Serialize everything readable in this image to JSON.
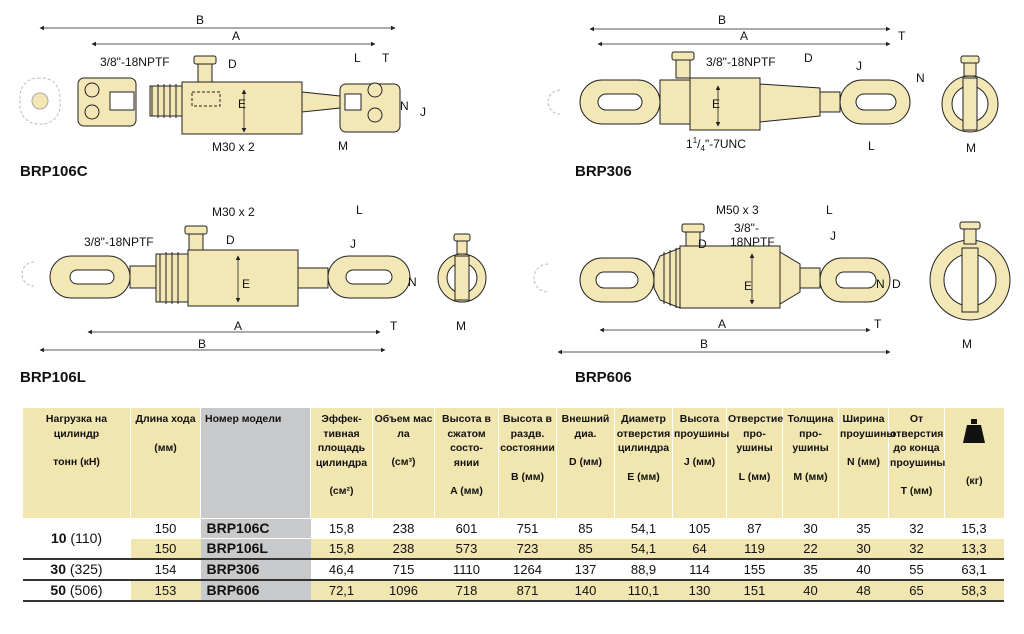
{
  "models": {
    "m1": "BRP106C",
    "m2": "BRP306",
    "m3": "BRP106L",
    "m4": "BRP606"
  },
  "dims": {
    "A": "A",
    "B": "B",
    "D": "D",
    "E": "E",
    "J": "J",
    "L": "L",
    "M": "M",
    "N": "N",
    "T": "T"
  },
  "callouts": {
    "port": "3/8\"-18NPTF",
    "port_split_1": "3/8\"-",
    "port_split_2": "18NPTF",
    "thread_m30": "M30 x 2",
    "thread_m50": "M50 x 3",
    "thread_unc_base": "1",
    "thread_unc_sup": "1",
    "thread_unc_sub": "4",
    "thread_unc_tail": "\"-7UNC"
  },
  "table": {
    "headers": [
      {
        "key": "load",
        "label": "Нагрузка на цилиндр",
        "unit": "тонн (кН)"
      },
      {
        "key": "stroke",
        "label": "Длина хода",
        "unit": "(мм)"
      },
      {
        "key": "model",
        "label": "Номер модели",
        "unit": ""
      },
      {
        "key": "area",
        "label": "Эффек- тивная площадь цилиндра",
        "unit": "(см²)"
      },
      {
        "key": "oil",
        "label": "Объем мас ла",
        "unit": "(см³)"
      },
      {
        "key": "closed",
        "label": "Высота в сжатом состо- янии",
        "unit": "A (мм)"
      },
      {
        "key": "extended",
        "label": "Высота в раздв. состоянии",
        "unit": "B (мм)"
      },
      {
        "key": "od",
        "label": "Внешний диа.",
        "unit": "D (мм)"
      },
      {
        "key": "bore",
        "label": "Диаметр отверстия цилиндра",
        "unit": "E (мм)"
      },
      {
        "key": "eye_h",
        "label": "Высота проушины",
        "unit": "J (мм)"
      },
      {
        "key": "eye_hole",
        "label": "Отверстие про- ушины",
        "unit": "L (мм)"
      },
      {
        "key": "eye_thick",
        "label": "Толщина про- ушины",
        "unit": "M (мм)"
      },
      {
        "key": "eye_w",
        "label": "Ширина проушины",
        "unit": "N (мм)"
      },
      {
        "key": "hole_end",
        "label": "От отверстия до конца проушины",
        "unit": "T (мм)"
      },
      {
        "key": "weight",
        "label": "",
        "unit": "(кг)"
      }
    ],
    "weight_icon": "weight-icon",
    "rows": [
      {
        "load": "10",
        "load_kn": "(110)",
        "stroke": "150",
        "model": "BRP106C",
        "area": "15,8",
        "oil": "238",
        "closed": "601",
        "extended": "751",
        "od": "85",
        "bore": "54,1",
        "eye_h": "105",
        "eye_hole": "87",
        "eye_thick": "30",
        "eye_w": "35",
        "hole_end": "32",
        "weight": "15,3"
      },
      {
        "load": "",
        "load_kn": "",
        "stroke": "150",
        "model": "BRP106L",
        "area": "15,8",
        "oil": "238",
        "closed": "573",
        "extended": "723",
        "od": "85",
        "bore": "54,1",
        "eye_h": "64",
        "eye_hole": "119",
        "eye_thick": "22",
        "eye_w": "30",
        "hole_end": "32",
        "weight": "13,3"
      },
      {
        "load": "30",
        "load_kn": "(325)",
        "stroke": "154",
        "model": "BRP306",
        "area": "46,4",
        "oil": "715",
        "closed": "1110",
        "extended": "1264",
        "od": "137",
        "bore": "88,9",
        "eye_h": "114",
        "eye_hole": "155",
        "eye_thick": "35",
        "eye_w": "40",
        "hole_end": "55",
        "weight": "63,1"
      },
      {
        "load": "50",
        "load_kn": "(506)",
        "stroke": "153",
        "model": "BRP606",
        "area": "72,1",
        "oil": "1096",
        "closed": "718",
        "extended": "871",
        "od": "140",
        "bore": "110,1",
        "eye_h": "130",
        "eye_hole": "151",
        "eye_thick": "40",
        "eye_w": "48",
        "hole_end": "65",
        "weight": "58,3"
      }
    ]
  },
  "colors": {
    "body": "#f3e7b5",
    "outline": "#222222",
    "model_col": "#c8c9cb",
    "band": "#f2e6b0"
  }
}
